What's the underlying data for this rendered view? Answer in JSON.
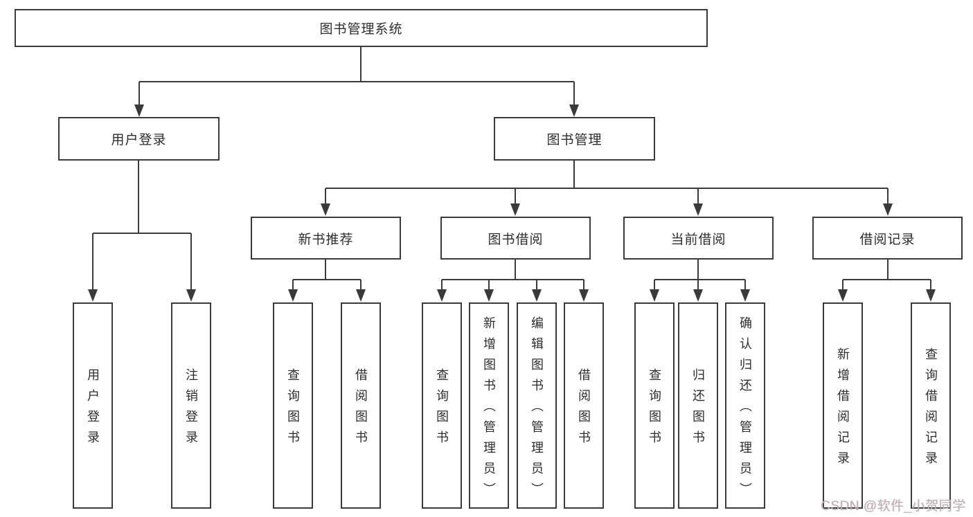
{
  "diagram": {
    "root": {
      "label": "图书管理系统"
    },
    "level2": [
      {
        "label": "用户登录"
      },
      {
        "label": "图书管理"
      }
    ],
    "level3": [
      {
        "label": "新书推荐"
      },
      {
        "label": "图书借阅"
      },
      {
        "label": "当前借阅"
      },
      {
        "label": "借阅记录"
      }
    ],
    "leaves": {
      "user_login": [
        "用户登录",
        "注销登录"
      ],
      "new_book": [
        "查询图书",
        "借阅图书"
      ],
      "book_borrow": [
        "查询图书",
        "新增图书（管理员）",
        "编辑图书（管理员）",
        "借阅图书"
      ],
      "current_borrow": [
        "查询图书",
        "归还图书",
        "确认归还（管理员）"
      ],
      "borrow_record": [
        "新增借阅记录",
        "查询借阅记录"
      ]
    },
    "watermark": "CSDN @软件_小贺同学",
    "colors": {
      "line": "#3a3a3a",
      "text": "#2d2d2d",
      "background": "#ffffff",
      "watermark": "#b7b1b8"
    }
  }
}
